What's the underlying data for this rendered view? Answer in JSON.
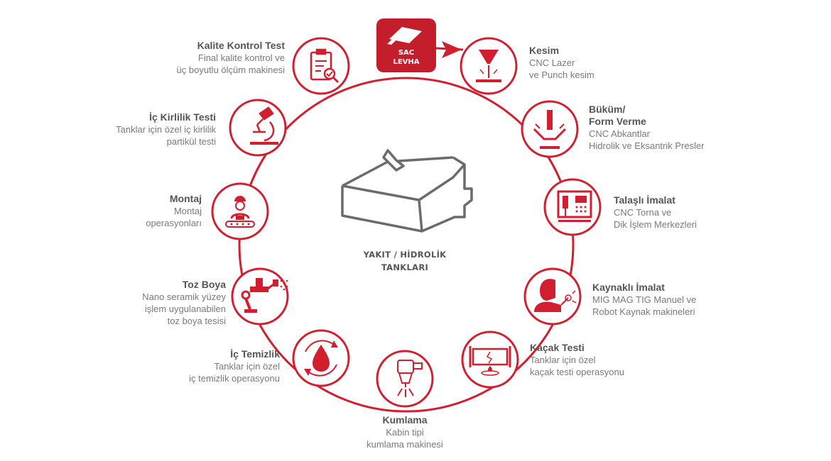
{
  "colors": {
    "accent": "#d11f2f",
    "gray": "#555555",
    "text": "#6e6e6e"
  },
  "start": {
    "line1": "SAC",
    "line2": "LEVHA",
    "icon": "sheet-metal-icon"
  },
  "center": {
    "line1": "YAKIT / HİDROLİK",
    "line2": "TANKLARI",
    "icon": "fuel-tank-icon"
  },
  "steps": [
    {
      "title": "Kesim",
      "desc1": "CNC Lazer",
      "desc2": "ve Punch kesim",
      "icon": "laser-cut-icon"
    },
    {
      "title": "Büküm/",
      "title2": "Form Verme",
      "desc1": "CNC Abkantlar",
      "desc2": "Hidrolik ve Eksantrik Presler",
      "icon": "press-brake-icon"
    },
    {
      "title": "Talaşlı İmalat",
      "desc1": "CNC Torna ve",
      "desc2": "Dik İşlem Merkezleri",
      "icon": "cnc-machine-icon"
    },
    {
      "title": "Kaynaklı İmalat",
      "desc1": "MIG MAG TIG Manuel ve",
      "desc2": "Robot Kaynak makineleri",
      "icon": "welder-icon"
    },
    {
      "title": "Kaçak Testi",
      "desc1": "Tanklar için özel",
      "desc2": "kaçak testi operasyonu",
      "icon": "leak-test-icon"
    },
    {
      "title": "Kumlama",
      "desc1": "Kabin tipi",
      "desc2": "kumlama makinesi",
      "icon": "sandblast-icon"
    },
    {
      "title": "İç Temizlik",
      "desc1": "Tanklar için özel",
      "desc2": "iç temizlik operasyonu",
      "icon": "cleaning-drop-icon"
    },
    {
      "title": "Toz Boya",
      "desc1": "Nano seramik yüzey",
      "desc2": "işlem uygulanabilen",
      "desc3": "toz boya tesisi",
      "icon": "paint-robot-icon"
    },
    {
      "title": "Montaj",
      "desc1": "Montaj",
      "desc2": "operasyonları",
      "icon": "assembly-worker-icon"
    },
    {
      "title": "İç Kirlilik Testi",
      "desc1": "Tanklar için özel iç kirlilik",
      "desc2": "partikül testi",
      "icon": "microscope-icon"
    },
    {
      "title": "Kalite Kontrol Test",
      "desc1": "Final kalite kontrol ve",
      "desc2": "üç boyutlu ölçüm makinesi",
      "icon": "quality-clipboard-icon"
    }
  ]
}
